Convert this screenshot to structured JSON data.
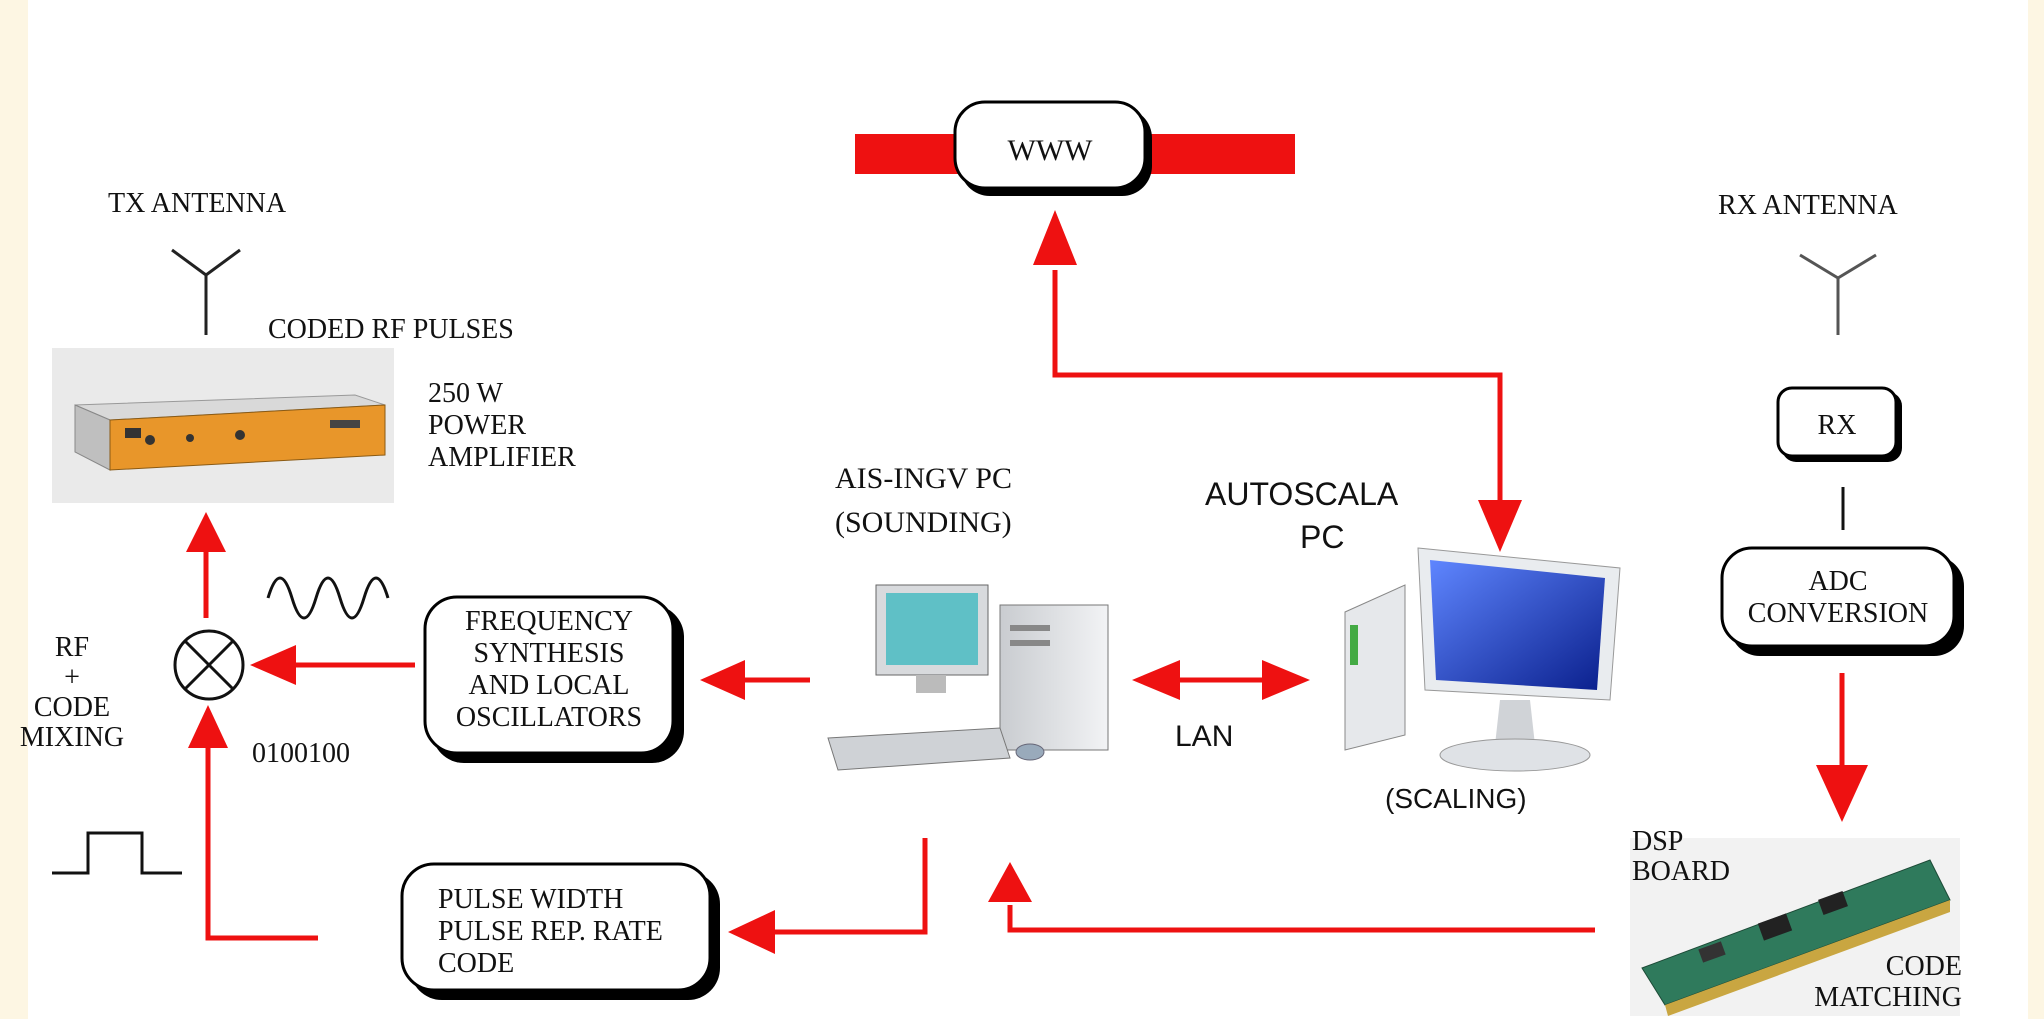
{
  "labels": {
    "www": "WWW",
    "tx_antenna": "TX ANTENNA",
    "rx_antenna": "RX ANTENNA",
    "coded_rf_pulses": "CODED RF PULSES",
    "power_amp_line1": "250 W",
    "power_amp_line2": "POWER",
    "power_amp_line3": "AMPLIFIER",
    "ais_pc_line1": "AIS-INGV PC",
    "ais_pc_line2": "(SOUNDING)",
    "autoscala_line1": "AUTOSCALA",
    "autoscala_line2": "PC",
    "scaling": "(SCALING)",
    "rx": "RX",
    "adc_line1": "ADC",
    "adc_line2": "CONVERSION",
    "rf_mix_line1": "RF",
    "rf_mix_line2": "+",
    "rf_mix_line3": "CODE",
    "rf_mix_line4": "MIXING",
    "freq_line1": "FREQUENCY",
    "freq_line2": "SYNTHESIS",
    "freq_line3": "AND LOCAL",
    "freq_line4": "OSCILLATORS",
    "lan": "LAN",
    "code_bits": "0100100",
    "pulse_line1": "PULSE WIDTH",
    "pulse_line2": "PULSE REP. RATE",
    "pulse_line3": "CODE",
    "dsp_line1": "DSP",
    "dsp_line2": "BOARD",
    "code_match_line1": "CODE",
    "code_match_line2": "MATCHING"
  },
  "colors": {
    "background": "#fdf6e3",
    "arrow": "#ee1111",
    "box_stroke": "#000000",
    "amp_panel": "#e8962a",
    "monitor_screen": "#1a3fd0"
  },
  "icons": [
    "antenna-icon",
    "mixer-icon",
    "sine-wave-icon",
    "pulse-icon",
    "power-amplifier-icon",
    "desktop-pc-icon",
    "monitor-pc-icon",
    "dsp-board-icon"
  ]
}
